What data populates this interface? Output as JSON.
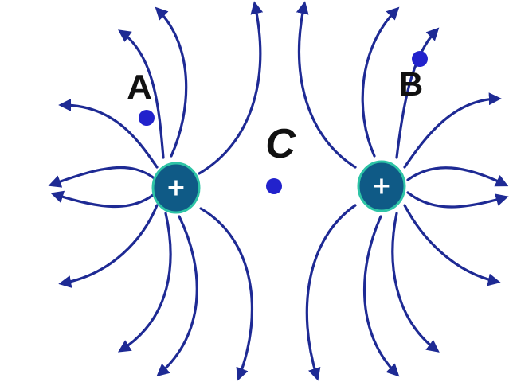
{
  "colors": {
    "field_line": "#1e2a94",
    "charge_fill": "#0f5a86",
    "charge_ring": "#2ec4a6",
    "point_dot": "#2222cc",
    "label_text": "#111111",
    "sign_text": "#ffffff"
  },
  "charges": [
    {
      "id": "left",
      "sign": "+"
    },
    {
      "id": "right",
      "sign": "+"
    }
  ],
  "points": {
    "a": {
      "label": "A"
    },
    "b": {
      "label": "B"
    },
    "c": {
      "label": "C"
    }
  }
}
